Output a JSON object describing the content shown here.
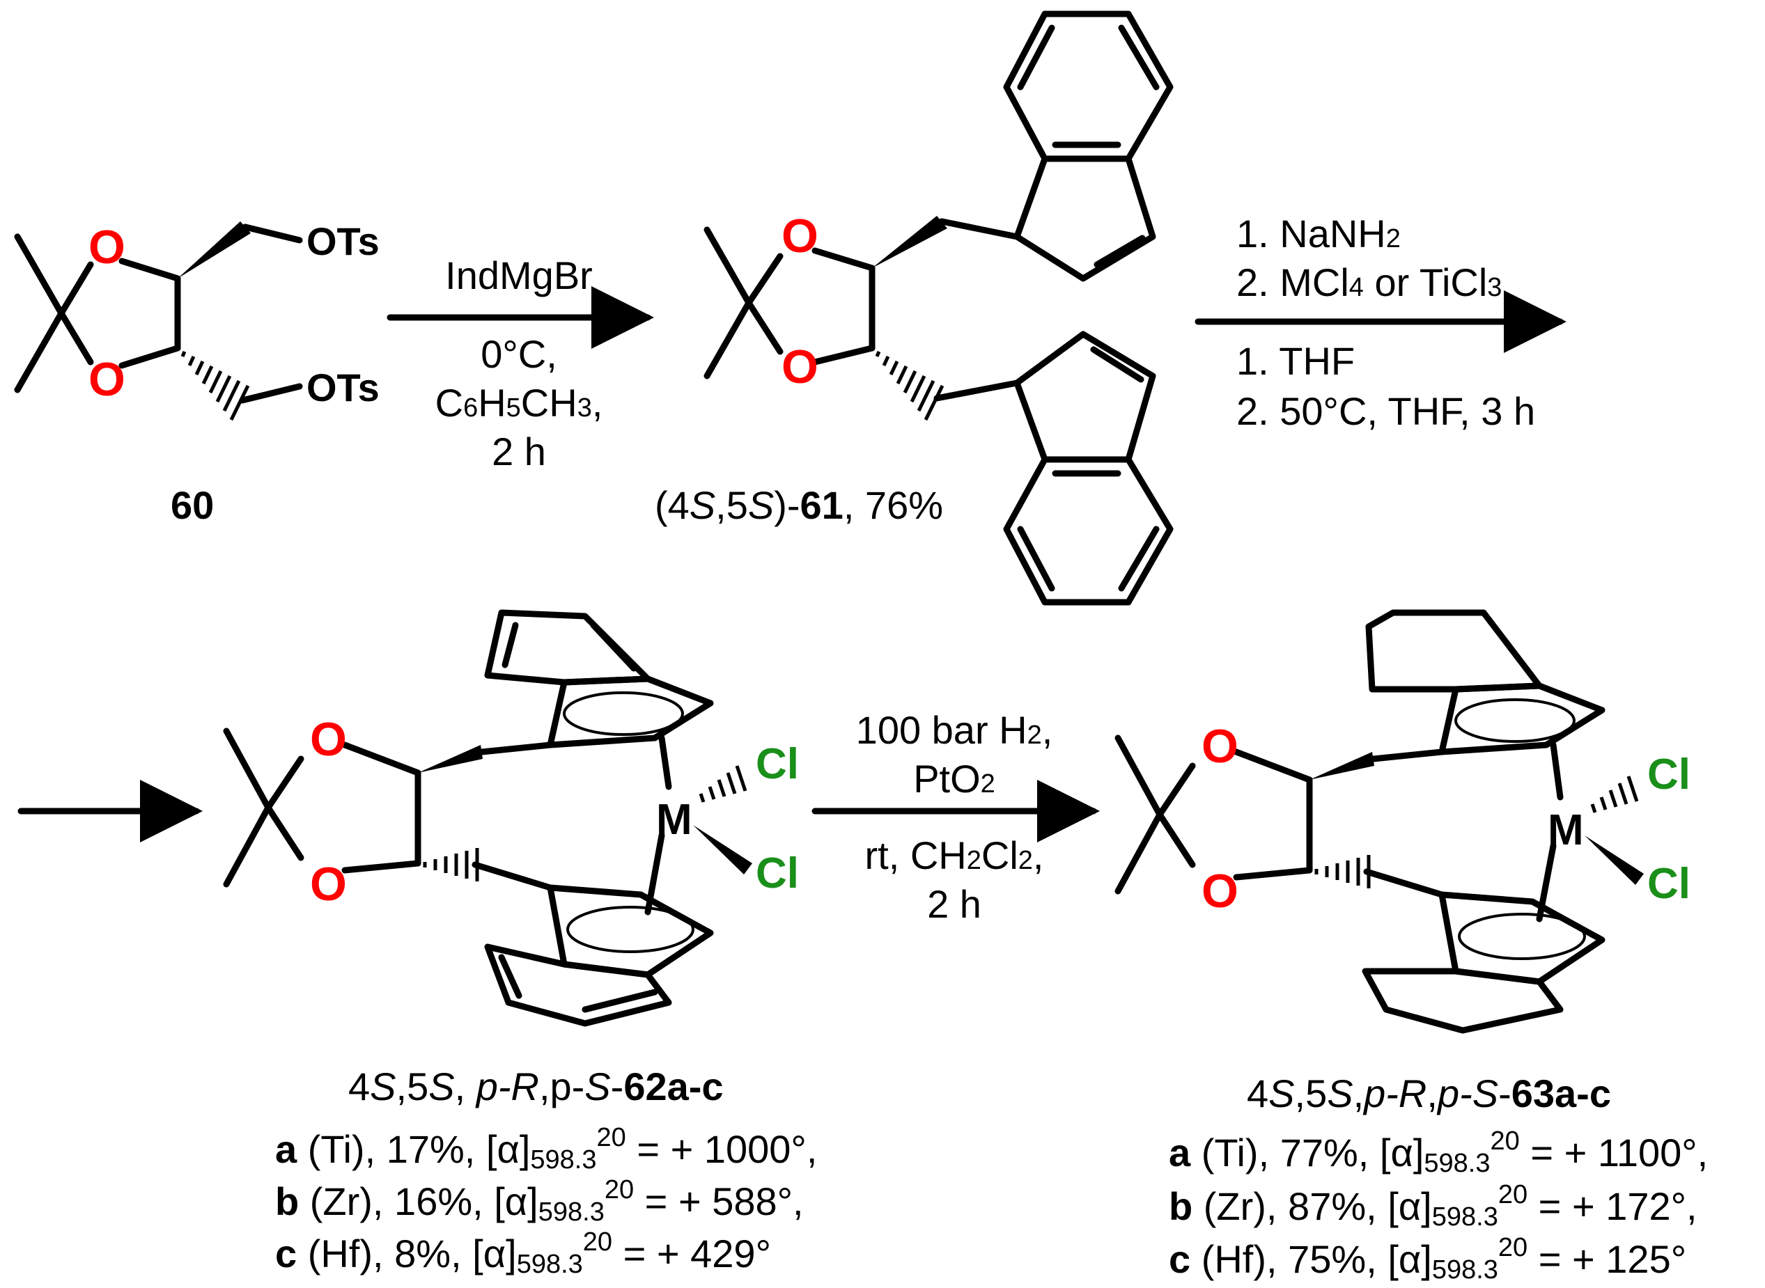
{
  "compounds": {
    "c60": {
      "label": "60",
      "group1": "OTs",
      "group2": "OTs"
    },
    "c61": {
      "label_pre": "(4",
      "label_s1": "S",
      "label_mid": ",5",
      "label_s2": "S",
      "label_close": ")-",
      "label_num": "61",
      "label_yield": ", 76%"
    },
    "c62": {
      "label_pre": "4",
      "label_s1": "S",
      "label_mid": ",5",
      "label_s2": "S",
      "label_sep": ", ",
      "label_pr": "p-R",
      "label_ps_a": ",p-",
      "label_ps_b": "S",
      "label_dash": "-",
      "label_num": "62a-c",
      "rows": [
        {
          "letter": "a",
          "text": " (Ti), 17%, [α]",
          "sub": "598.3",
          "sup": "20",
          "tail": " = + 1000°,"
        },
        {
          "letter": "b",
          "text": " (Zr), 16%, [α]",
          "sub": "598.3",
          "sup": "20",
          "tail": " = + 588°,"
        },
        {
          "letter": "c",
          "text": " (Hf), 8%, [α]",
          "sub": "598.3",
          "sup": "20",
          "tail": " = + 429°"
        }
      ]
    },
    "c63": {
      "label_pre": "4",
      "label_s1": "S",
      "label_mid": ",5",
      "label_s2": "S",
      "label_sep": ",",
      "label_pr": "p-R",
      "label_ps_a": ",",
      "label_ps_b": "p-S",
      "label_dash": "-",
      "label_num": "63a-c",
      "rows": [
        {
          "letter": "a",
          "text": " (Ti), 77%, [α]",
          "sub": "598.3",
          "sup": "20",
          "tail": " = + 1100°,"
        },
        {
          "letter": "b",
          "text": " (Zr), 87%, [α]",
          "sub": "598.3",
          "sup": "20",
          "tail": " = + 172°,"
        },
        {
          "letter": "c",
          "text": " (Hf), 75%, [α]",
          "sub": "598.3",
          "sup": "20",
          "tail": " = + 125°"
        }
      ]
    }
  },
  "atoms": {
    "oxygen": "O",
    "chlorine": "Cl",
    "metal": "M"
  },
  "reactions": {
    "step1": {
      "reagent": "IndMgBr",
      "cond1": "0°C,",
      "cond2_a": "C",
      "cond2_b": "6",
      "cond2_c": "H",
      "cond2_d": "5",
      "cond2_e": "CH",
      "cond2_f": "3",
      "cond2_g": ",",
      "cond3": "2 h"
    },
    "step2": {
      "above1_a": "1. NaNH",
      "above1_b": "2",
      "above2_a": "2. MCl",
      "above2_b": "4",
      "above2_c": " or TiCl",
      "above2_d": "3",
      "below1": "1. THF",
      "below2": "2. 50°C, THF, 3 h"
    },
    "step3": {
      "above1_a": "100 bar H",
      "above1_b": "2",
      "above1_c": ",",
      "above2_a": "PtO",
      "above2_b": "2",
      "below1_a": "rt, CH",
      "below1_b": "2",
      "below1_c": "Cl",
      "below1_d": "2",
      "below1_e": ",",
      "below2": "2 h"
    }
  },
  "colors": {
    "oxygen": "#ff0000",
    "chlorine": "#1a8f1a",
    "bond": "#000000"
  }
}
